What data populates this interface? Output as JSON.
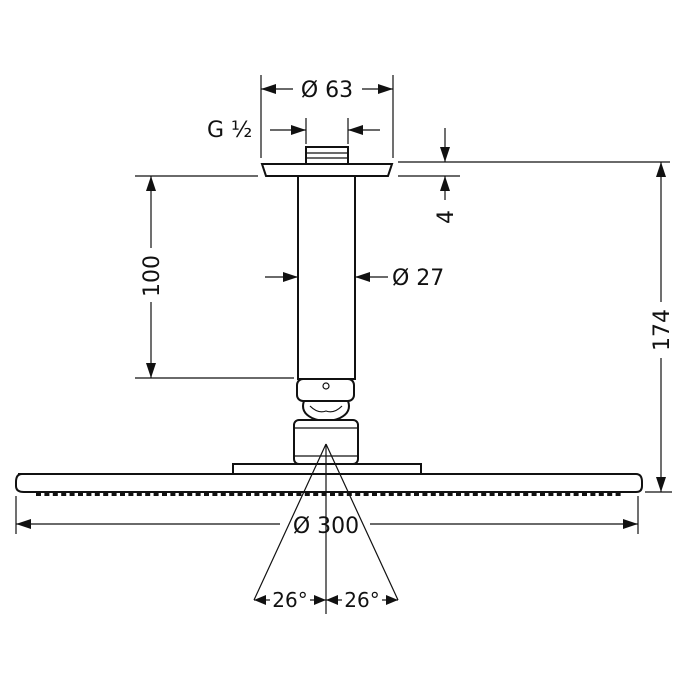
{
  "drawing": {
    "dimensions": {
      "flange_diameter": "Ø 63",
      "thread": "G ½",
      "pipe_diameter": "Ø 27",
      "arm_length": "100",
      "flange_thickness": "4",
      "overall_height": "174",
      "head_diameter": "Ø 300",
      "spray_angle_left": "26°",
      "spray_angle_right": "26°"
    }
  }
}
